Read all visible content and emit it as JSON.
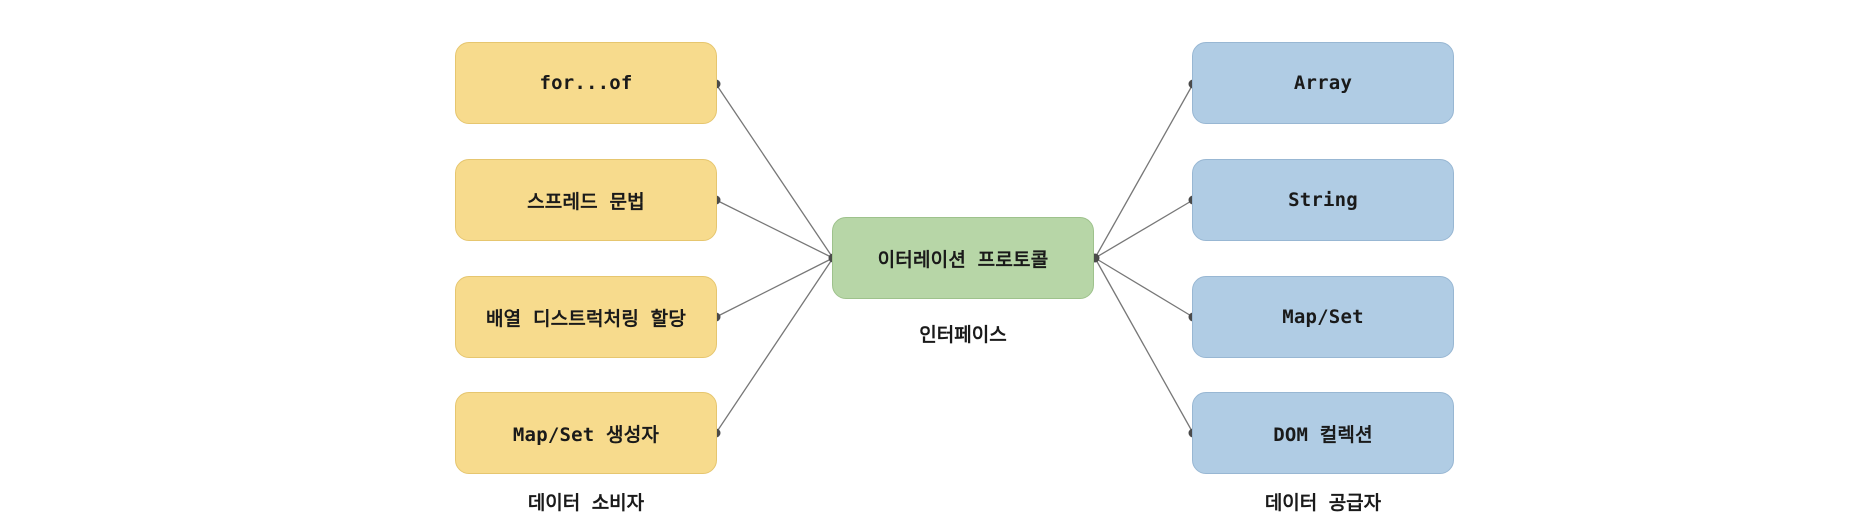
{
  "center": {
    "label": "이터레이션 프로토콜",
    "caption": "인터페이스"
  },
  "consumers": {
    "caption": "데이터 소비자",
    "items": [
      {
        "label": "for...of"
      },
      {
        "label": "스프레드 문법"
      },
      {
        "label": "배열 디스트럭처링 할당"
      },
      {
        "label": "Map/Set 생성자"
      }
    ]
  },
  "providers": {
    "caption": "데이터 공급자",
    "items": [
      {
        "label": "Array"
      },
      {
        "label": "String"
      },
      {
        "label": "Map/Set"
      },
      {
        "label": "DOM 컬렉션"
      }
    ]
  },
  "colors": {
    "consumer_fill": "#f7db8d",
    "provider_fill": "#b0cce4",
    "center_fill": "#b7d6a7",
    "connector": "#555555"
  }
}
